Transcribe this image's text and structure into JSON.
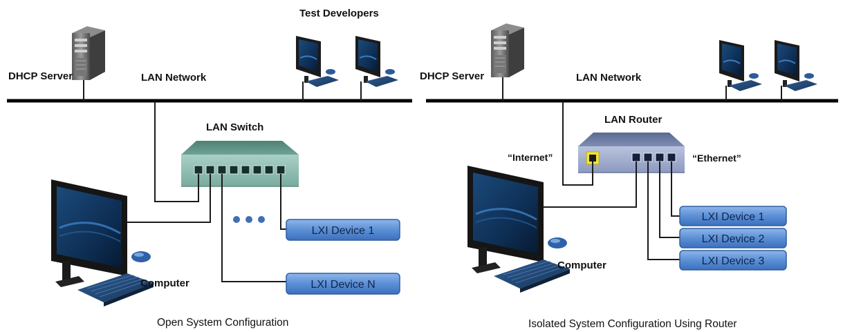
{
  "left": {
    "dhcp_server": "DHCP Server",
    "lan_network": "LAN Network",
    "test_developers": "Test Developers",
    "lan_switch": "LAN Switch",
    "computer": "Computer",
    "device_1": "LXI Device 1",
    "device_n": "LXI Device N",
    "caption": "Open System Configuration"
  },
  "right": {
    "dhcp_server": "DHCP Server",
    "lan_network": "LAN Network",
    "lan_router": "LAN Router",
    "internet_port": "“Internet”",
    "ethernet_port": "“Ethernet”",
    "computer": "Computer",
    "device_1": "LXI Device 1",
    "device_2": "LXI Device 2",
    "device_3": "LXI Device 3",
    "caption": "Isolated System Configuration Using Router"
  },
  "colors": {
    "device_box": "#5b8fd6",
    "switch_body": "#7fb3a8",
    "router_body": "#9aa6c4",
    "router_internet_port": "#f2e43a"
  },
  "icons": [
    "server-icon",
    "desktop-monitor-icon",
    "keyboard-icon",
    "mouse-icon",
    "network-switch-icon",
    "router-icon",
    "ellipsis-icon"
  ]
}
